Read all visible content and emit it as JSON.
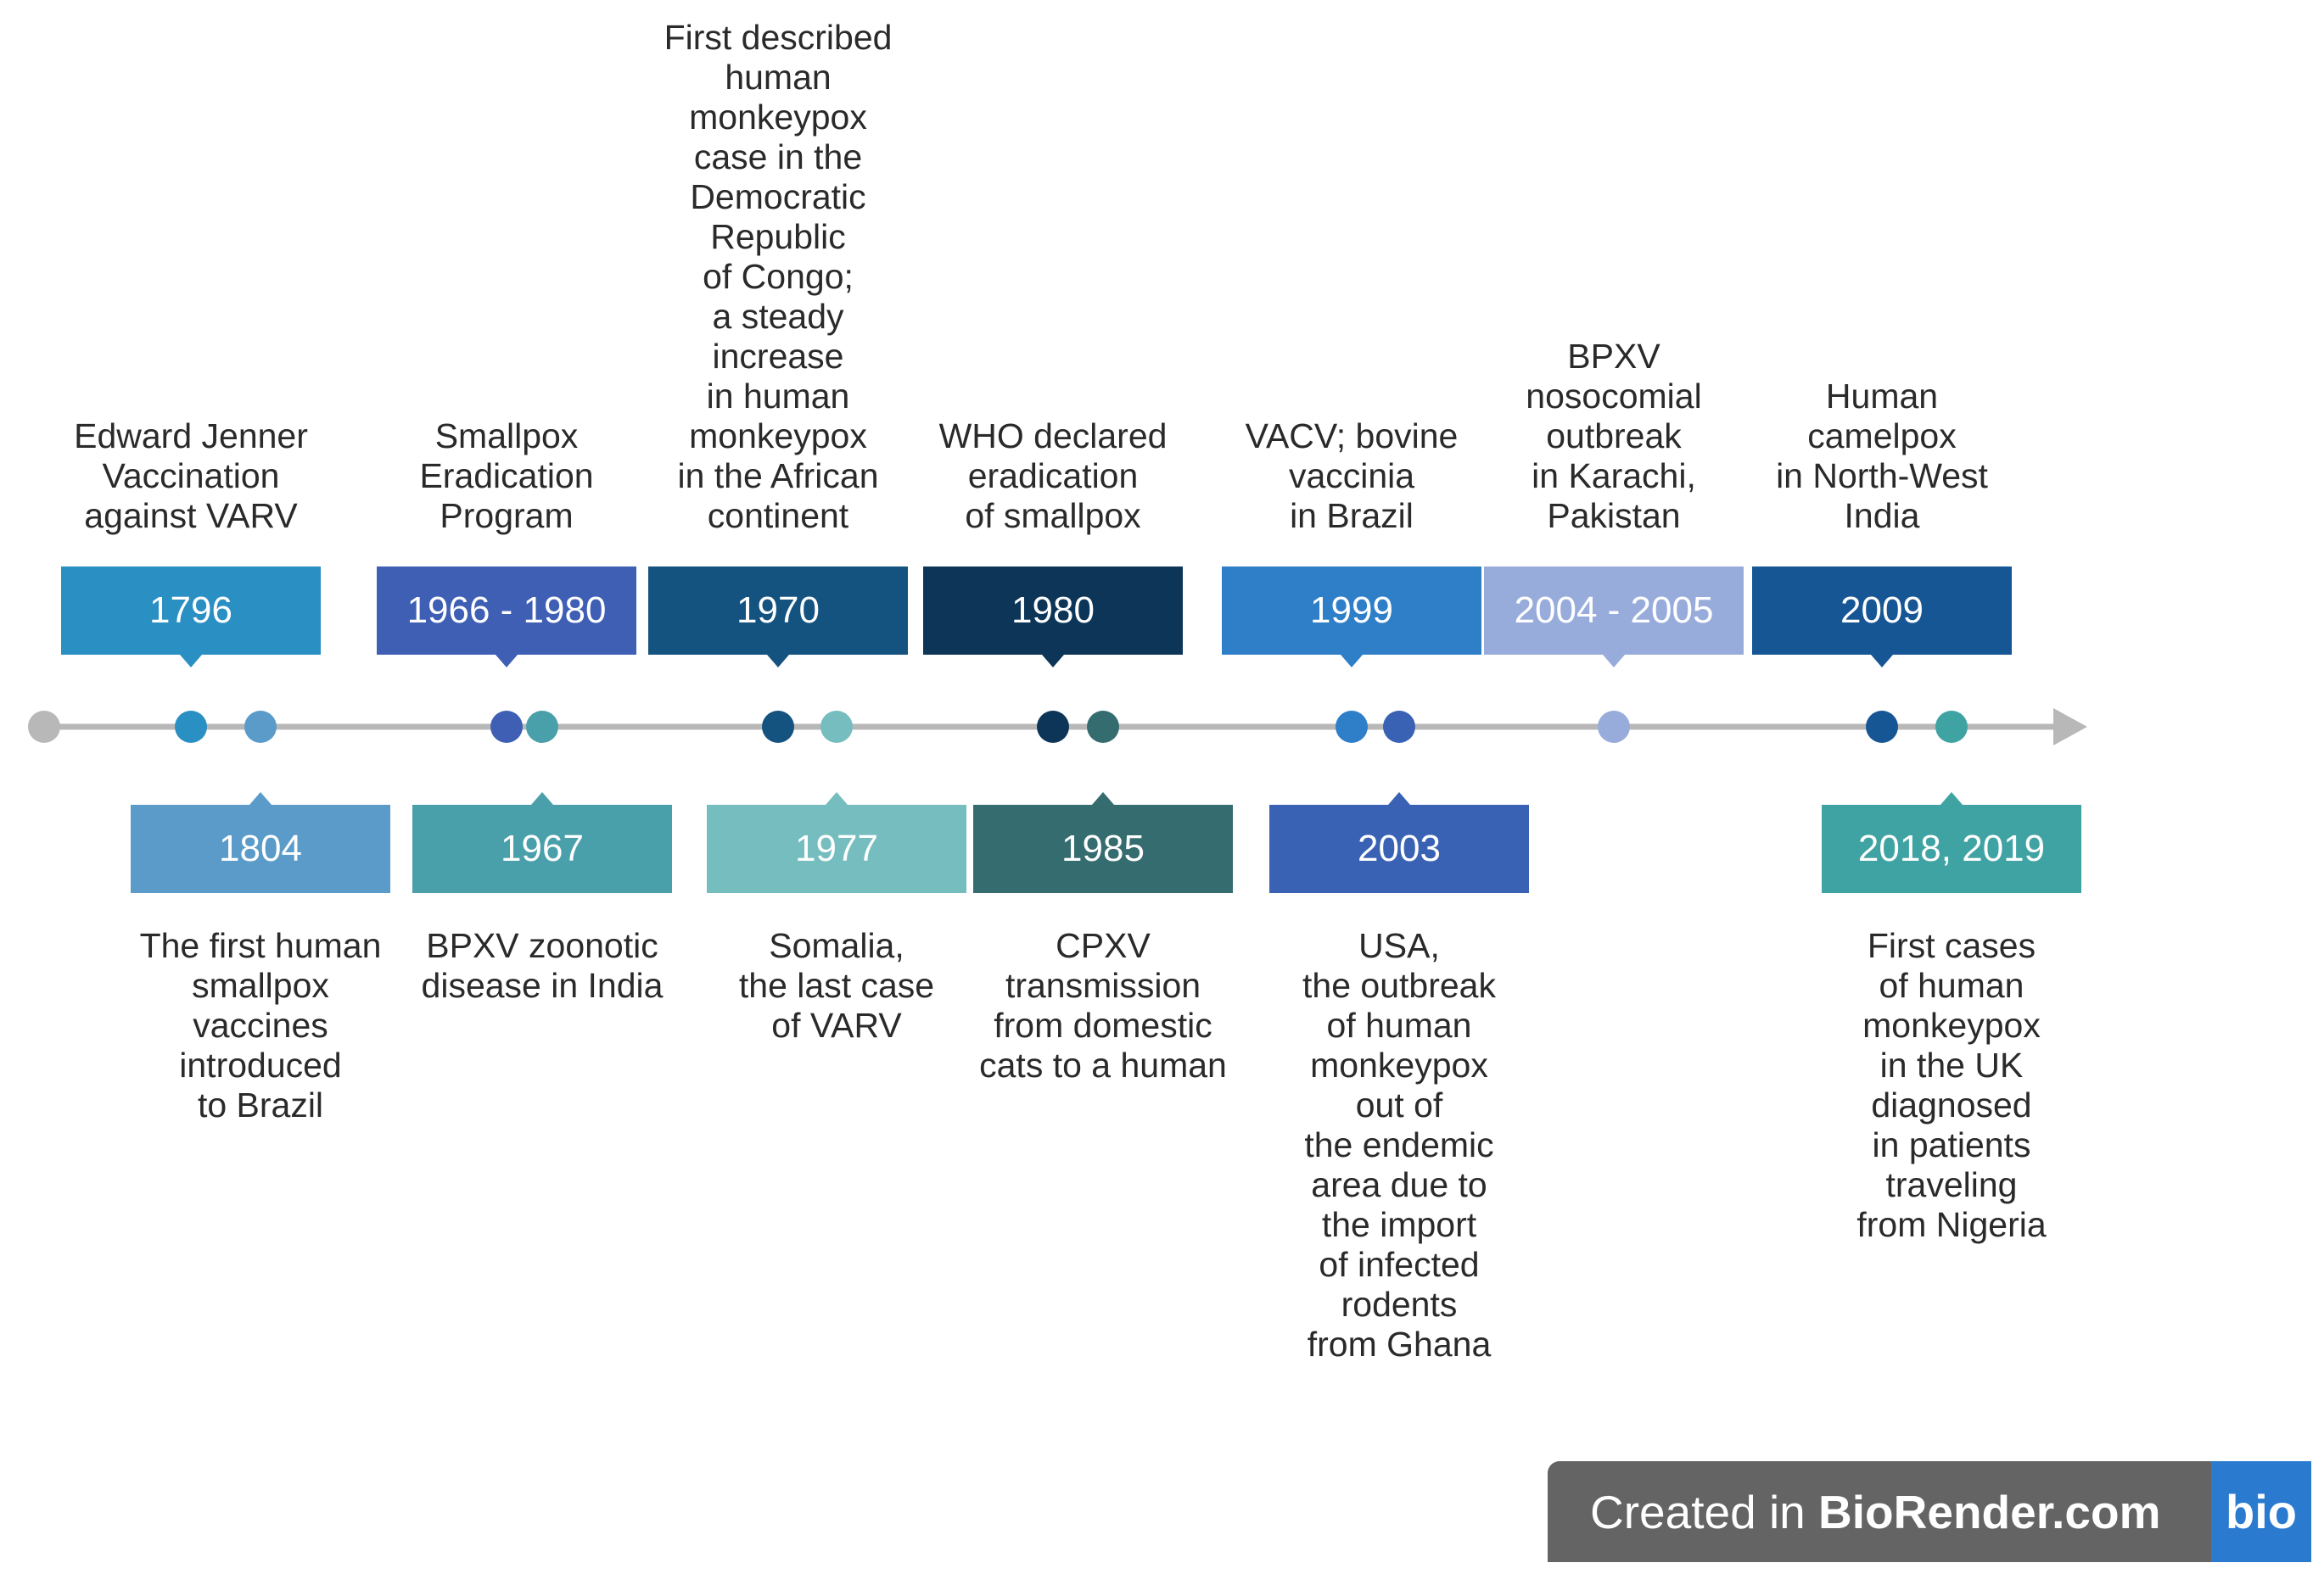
{
  "colors": {
    "axis": "#b8b8b8",
    "axis_start_dot": "#b8b8b8"
  },
  "events_top": [
    {
      "year": "1796",
      "label": "Edward Jenner\nVaccination\nagainst VARV",
      "color": "#2a8fc3",
      "dot": "#2a8fc3"
    },
    {
      "year": "1966 - 1980",
      "label": "Smallpox\nEradication\nProgram",
      "color": "#3f5fb5",
      "dot": "#3f5fb5"
    },
    {
      "year": "1970",
      "label": "First described\nhuman\nmonkeypox\ncase in the\nDemocratic\nRepublic\nof Congo;\na steady\nincrease\nin human\nmonkeypox\nin the African\ncontinent",
      "color": "#14527f",
      "dot": "#14527f"
    },
    {
      "year": "1980",
      "label": "WHO declared\neradication\nof smallpox",
      "color": "#0d3558",
      "dot": "#0d3558"
    },
    {
      "year": "1999",
      "label": "VACV; bovine\nvaccinia\nin Brazil",
      "color": "#2f7fc8",
      "dot": "#2f7fc8"
    },
    {
      "year": "2004 - 2005",
      "label": "BPXV\nnosocomial\noutbreak\nin Karachi,\nPakistan",
      "color": "#98acdc",
      "dot": "#98acdc"
    },
    {
      "year": "2009",
      "label": "Human\ncamelpox\nin North-West\nIndia",
      "color": "#175694",
      "dot": "#175694"
    }
  ],
  "events_bottom": [
    {
      "year": "1804",
      "label": "The first human\nsmallpox\nvaccines\nintroduced\nto Brazil",
      "color": "#5b9bc9",
      "dot": "#5b9bc9"
    },
    {
      "year": "1967",
      "label": "BPXV zoonotic\ndisease in India",
      "color": "#4aa0aa",
      "dot": "#4aa0aa"
    },
    {
      "year": "1977",
      "label": "Somalia,\nthe last case\nof VARV",
      "color": "#76bdbf",
      "dot": "#76bdbf"
    },
    {
      "year": "1985",
      "label": "CPXV\ntransmission\nfrom domestic\ncats to a human",
      "color": "#356c6f",
      "dot": "#356c6f"
    },
    {
      "year": "2003",
      "label": "USA,\nthe outbreak\nof human\nmonkeypox\nout of\nthe endemic\narea due to\nthe import\nof infected\nrodents\nfrom Ghana",
      "color": "#3a62b4",
      "dot": "#3a62b4"
    },
    {
      "year": "2018, 2019",
      "label": "First cases\nof human\nmonkeypox\nin the UK\ndiagnosed\nin patients\ntraveling\nfrom Nigeria",
      "color": "#40a3a3",
      "dot": "#40a3a3"
    }
  ],
  "badge": {
    "prefix": "Created in ",
    "brand": "BioRender.com",
    "logo": "bio"
  }
}
